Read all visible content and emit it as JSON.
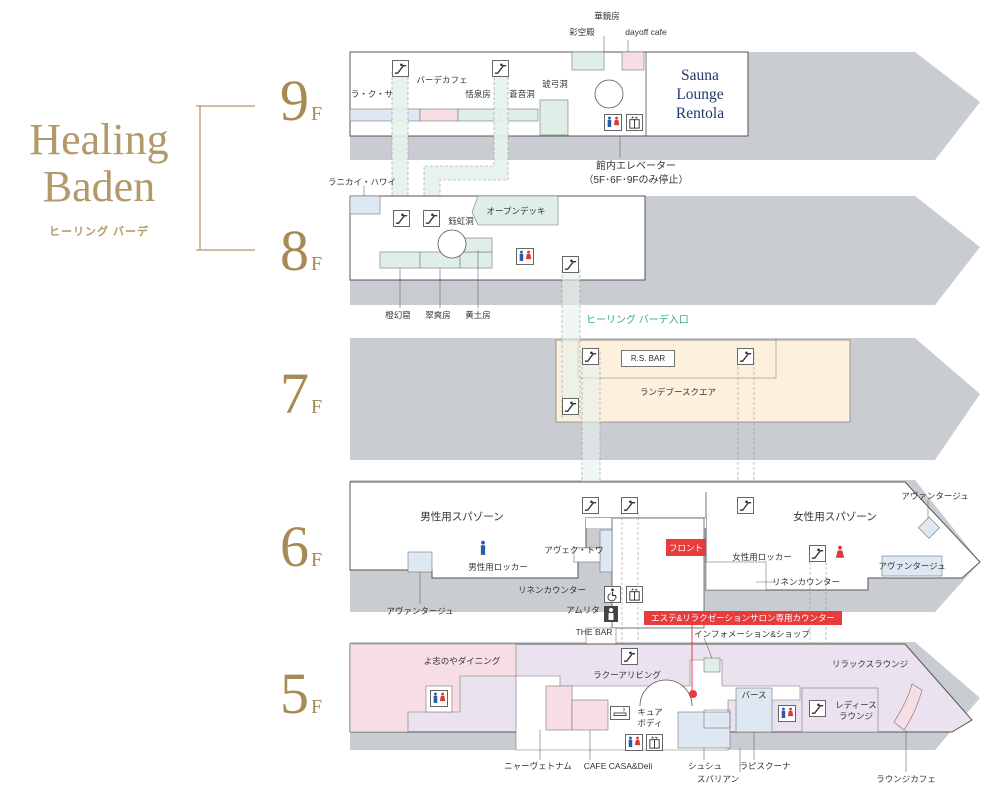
{
  "brand": {
    "title_line1": "Healing",
    "title_line2": "Baden",
    "subtitle": "ヒーリング バーデ",
    "color": "#b39868"
  },
  "floors": [
    {
      "label": "9",
      "suffix": "F"
    },
    {
      "label": "8",
      "suffix": "F"
    },
    {
      "label": "7",
      "suffix": "F"
    },
    {
      "label": "6",
      "suffix": "F"
    },
    {
      "label": "5",
      "suffix": "F"
    }
  ],
  "floor9": {
    "sauna_line1": "Sauna",
    "sauna_line2": "Lounge",
    "sauna_line3": "Rentola",
    "rooms": [
      "華鏡房",
      "彩空殿",
      "dayoff cafe",
      "バーデカフェ",
      "ラ・ク・サ",
      "恬泉房",
      "蒼音洞",
      "琥弓洞"
    ],
    "elevator_note_line1": "館内エレベーター",
    "elevator_note_line2": "（5F･6F･9Fのみ停止）"
  },
  "floor8": {
    "rooms": [
      "ラニカイ・ハワイ",
      "鈺虹洞",
      "オープンデッキ",
      "橙幻窟",
      "翠爽房",
      "黄土房"
    ],
    "entrance": "ヒーリング バーデ入口"
  },
  "floor7": {
    "bar": "R.S. BAR",
    "area": "ランデブースクエア"
  },
  "floor6": {
    "labels": [
      "男性用スパゾーン",
      "女性用スパゾーン",
      "アヴァンタージュ",
      "アヴァンタージュ",
      "アヴァンタージュ",
      "男性用ロッカー",
      "アヴェク・トワ",
      "リネンカウンター",
      "フロント",
      "女性用ロッカー",
      "リネンカウンター",
      "アムリタ",
      "THE BAR"
    ]
  },
  "floor5": {
    "counter": "エステ&リラクゼーションサロン専用カウンター",
    "labels": [
      "インフォメーション&ショップ",
      "リラックスラウンジ",
      "よ志のやダイニング",
      "ラクーアリビング",
      "キュア",
      "ボディ",
      "バース",
      "レディース",
      "ラウンジ",
      "ニャーヴェトナム",
      "CAFE CASA&Deli",
      "シュシュ",
      "スパリアン",
      "ラピスクーナ",
      "ラウンジカフェ"
    ]
  },
  "colors": {
    "floor_gray": "#c9ccd1",
    "pink": "#f7dde4",
    "mint": "#dfeee6",
    "lavender": "#ebe2f0",
    "peach": "#fdf0dd",
    "blue": "#dde8f2",
    "red": "#e73c3c",
    "entrance_green": "#3aaa8a"
  }
}
